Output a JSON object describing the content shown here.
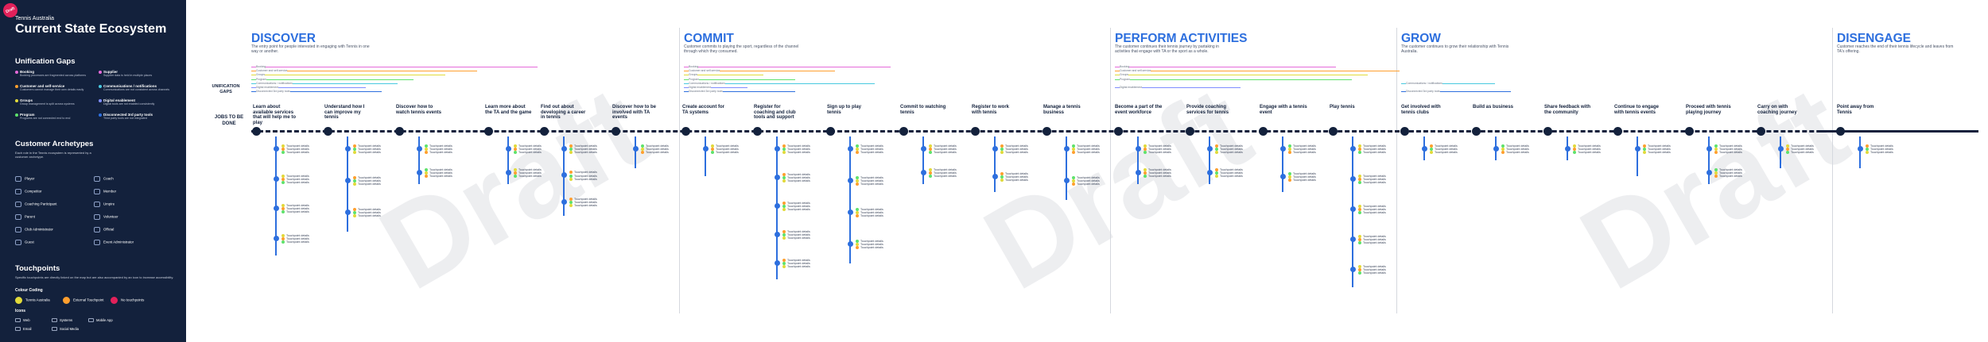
{
  "panel": {
    "badge": "Draft",
    "org": "Tennis Australia",
    "title": "Current State Ecosystem",
    "gaps_heading": "Unification Gaps",
    "gaps": [
      {
        "label": "Booking",
        "desc": "Booking processes are fragmented across platforms",
        "color": "#e56ad9"
      },
      {
        "label": "Customer and self-service",
        "desc": "Customers cannot manage their own details easily",
        "color": "#ff9f2e"
      },
      {
        "label": "Groups",
        "desc": "Group management is split across systems",
        "color": "#e1da3a"
      },
      {
        "label": "Program",
        "desc": "Programs are not connected end to end",
        "color": "#5ee26c"
      },
      {
        "label": "Supplier",
        "desc": "Supplier data is held in multiple places",
        "color": "#e56ad9"
      },
      {
        "label": "Communications / notifications",
        "desc": "Communications are not consistent across channels",
        "color": "#48c9e0"
      },
      {
        "label": "Digital enablement",
        "desc": "Digital tools are not enabled consistently",
        "color": "#7f8dff"
      },
      {
        "label": "Disconnected 3rd party tools",
        "desc": "Third party tools are not integrated",
        "color": "#2d6fde"
      }
    ],
    "archetypes_heading": "Customer Archetypes",
    "archetypes_text": "Each role in the Tennis ecosystem is represented by a customer archetype.",
    "archetypes": [
      "Player",
      "Coach",
      "Competitor",
      "Member",
      "Coaching Participant",
      "Umpire",
      "Parent",
      "Volunteer",
      "Club Administrator",
      "Official",
      "Guest",
      "Event Administrator"
    ],
    "touchpoints_heading": "Touchpoints",
    "touchpoints_text": "Specific touchpoints are directly linked on the map but are also accompanied by an icon to increase accessibility.",
    "colour_coding_heading": "Colour Coding",
    "colour_coding": [
      {
        "label": "Tennis Australia",
        "color": "#e1da3a"
      },
      {
        "label": "External Touchpoint",
        "color": "#ff9f2e"
      },
      {
        "label": "No touchpoints",
        "color": "#e2215a"
      }
    ],
    "icons_heading": "Icons",
    "icons": [
      "Web",
      "Systems",
      "Mobile App",
      "Email",
      "Social Media"
    ]
  },
  "watermark": "Draft",
  "row_labels": {
    "gaps": "UNIFICATION GAPS",
    "jtbd": "JOBS TO BE DONE"
  },
  "stages": [
    {
      "title": "DISCOVER",
      "desc": "The entry point for people interested in engaging with Tennis in one way or another."
    },
    {
      "title": "COMMIT",
      "desc": "Customer commits to playing the sport, regardless of the channel through which they consumed."
    },
    {
      "title": "PERFORM ACTIVITIES",
      "desc": "The customer continues their tennis journey by partaking in activities that engage with TA or the sport as a whole."
    },
    {
      "title": "GROW",
      "desc": "The customer continues to grow their relationship with Tennis Australia."
    },
    {
      "title": "DISENGAGE",
      "desc": "Customer reaches the end of their tennis lifecycle and leaves from TA's offering."
    }
  ],
  "gap_lines": [
    {
      "label": "Booking",
      "color": "#e56ad9"
    },
    {
      "label": "Customer and self-service",
      "color": "#ff9f2e"
    },
    {
      "label": "Groups",
      "color": "#e1da3a"
    },
    {
      "label": "Program",
      "color": "#5ee26c"
    },
    {
      "label": "Communications / notifications",
      "color": "#48c9e0"
    },
    {
      "label": "Digital enablement",
      "color": "#7f8dff"
    },
    {
      "label": "Disconnected 3rd party tools",
      "color": "#2d6fde"
    }
  ],
  "jobs": [
    "Learn about available services that will help me to play",
    "Understand how I can improve my tennis",
    "Discover how to watch tennis events",
    "Learn more about the TA and the game",
    "Find out about developing a career in tennis",
    "Discover how to be involved with TA events",
    "Create account for TA systems",
    "Register for coaching and club tools and support",
    "Sign up to play tennis",
    "Commit to watching tennis",
    "Register to work with tennis",
    "Manage a tennis business",
    "Become a part of the event workforce",
    "Provide coaching services for tennis",
    "Engage with a tennis event",
    "Play tennis",
    "Get involved with tennis clubs",
    "Build as business",
    "Share feedback with the community",
    "Continue to engage with tennis events",
    "Proceed with tennis playing journey",
    "Carry on with coaching journey",
    "Point away from Tennis"
  ],
  "touchpoint_text": "Touchpoint details"
}
